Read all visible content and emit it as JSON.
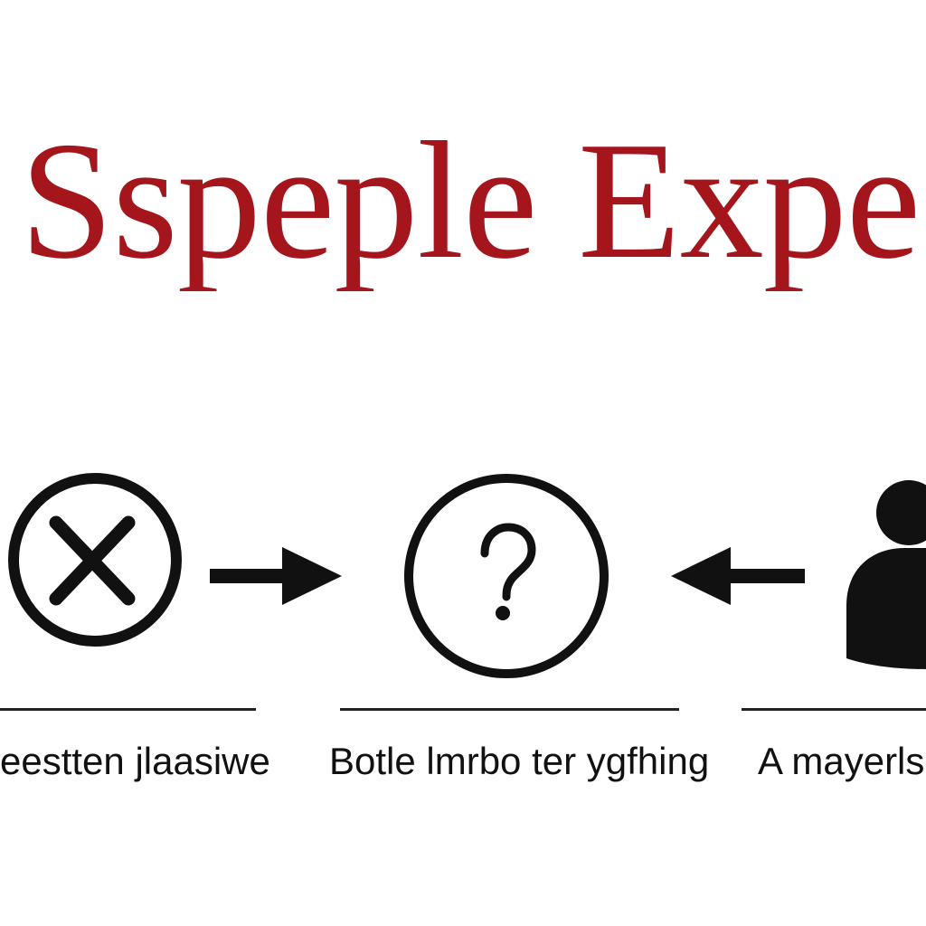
{
  "title": "Sspeple Expesst",
  "colors": {
    "title": "#a4161c",
    "icon_stroke": "#111111"
  },
  "steps": [
    {
      "icon": "x-circle-icon",
      "caption": "eestten jlaasiwe"
    },
    {
      "icon": "question-circle-icon",
      "caption": "Botle lmrbo ter ygfhing"
    },
    {
      "icon": "person-icon",
      "caption": "A mayerls"
    }
  ],
  "arrows": [
    {
      "icon": "arrow-right-icon"
    },
    {
      "icon": "arrow-left-icon"
    }
  ]
}
